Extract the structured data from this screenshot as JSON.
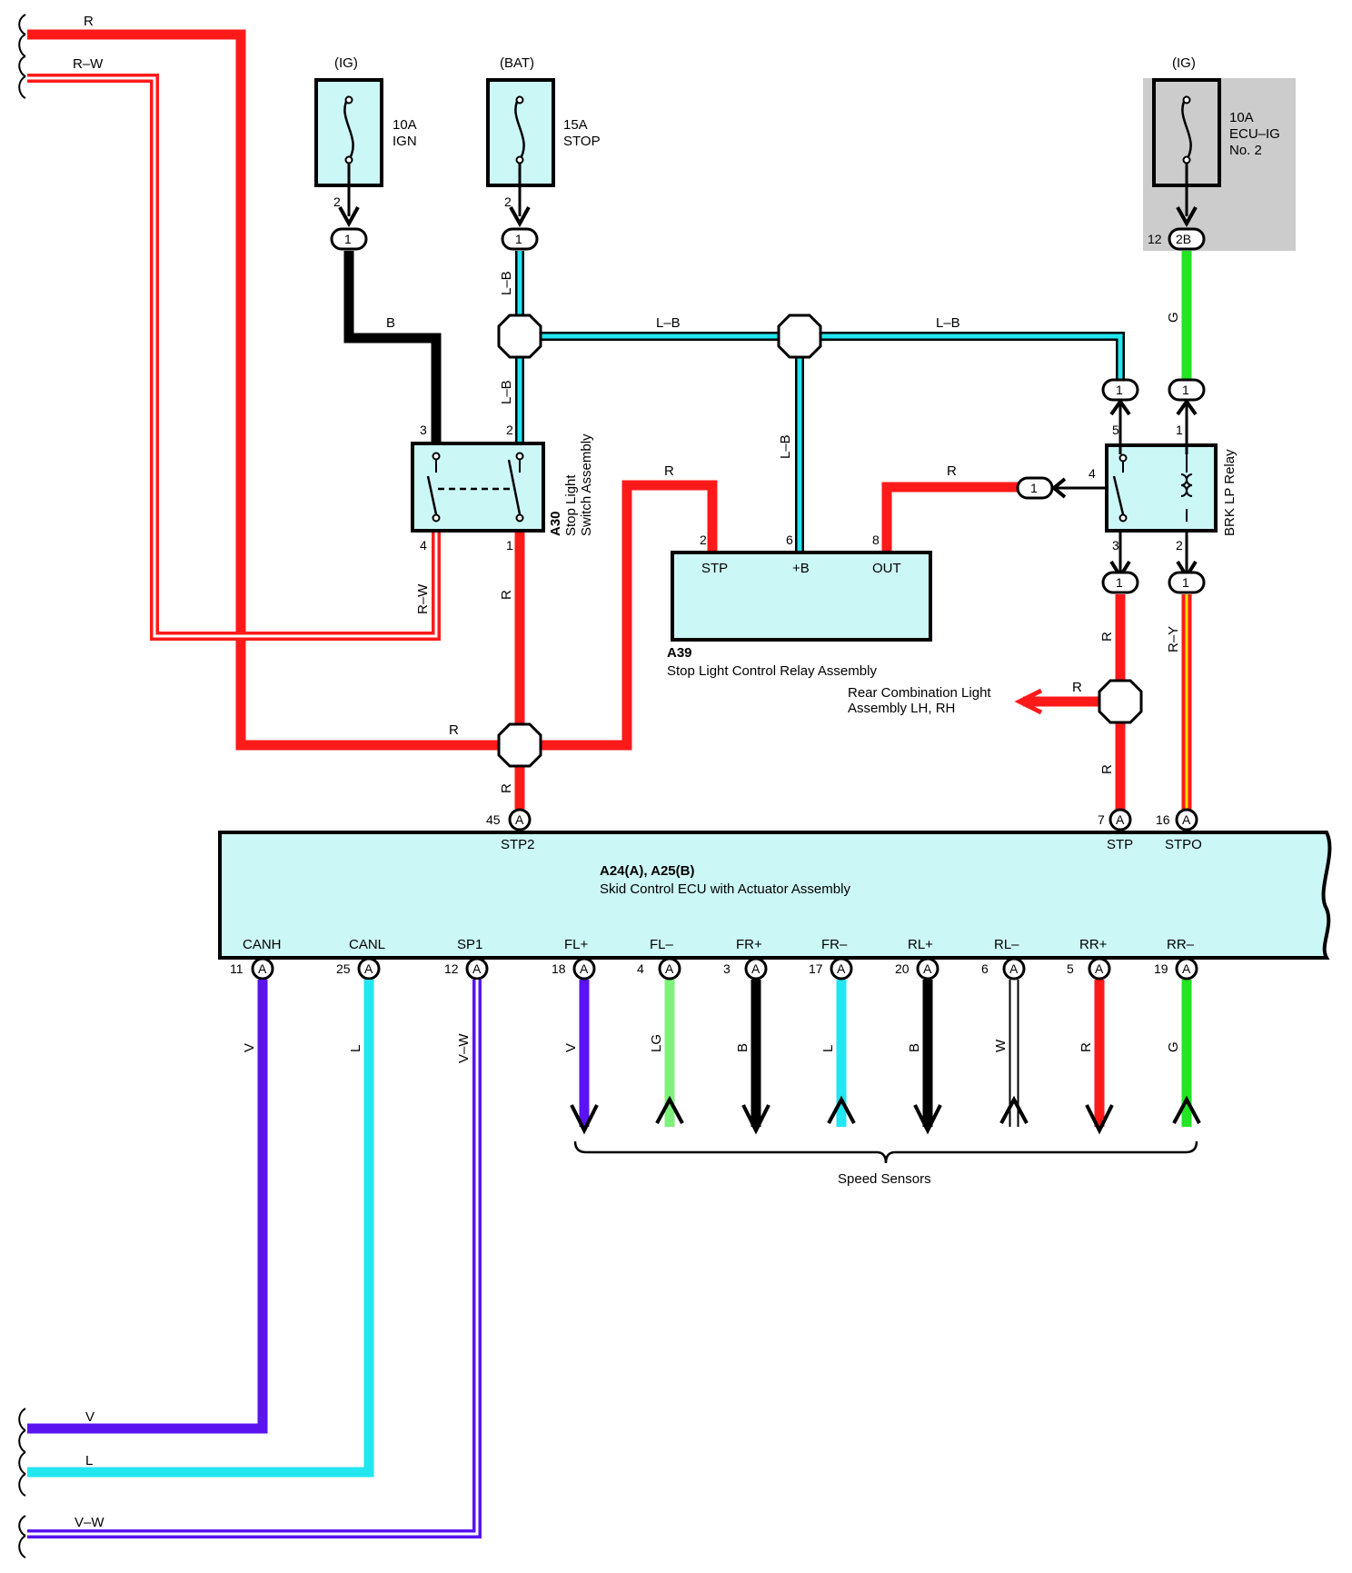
{
  "wire_colors": {
    "R": "#ff1a1a",
    "B": "#000000",
    "L": "#22e6f0",
    "V": "#5a14f0",
    "G": "#22e622",
    "LG": "#7cf27c",
    "W": "#ffffff",
    "Y": "#f2e600",
    "component_fill": "#ccf7f7",
    "shade": "#cccccc"
  },
  "left_wires": {
    "top_r": "R",
    "top_rw": "R–W",
    "bot_v": "V",
    "bot_l": "L",
    "bot_vw": "V–W"
  },
  "fuses": {
    "ign": {
      "source": "(IG)",
      "amp": "10A",
      "name": "IGN",
      "pin": "2",
      "conn": "1"
    },
    "stop": {
      "source": "(BAT)",
      "amp": "15A",
      "name": "STOP",
      "pin": "2",
      "conn": "1"
    },
    "ecu": {
      "source": "(IG)",
      "amp": "10A",
      "name": "ECU–IG",
      "name2": "No. 2",
      "pin": "12",
      "conn": "2B"
    }
  },
  "wire_labels": {
    "b": "B",
    "lb1": "L–B",
    "lb2": "L–B",
    "lb3": "L–B",
    "lb4": "L–B",
    "lb5": "L–B",
    "g_top": "G",
    "r_a39": "R",
    "r_out": "R",
    "rw_sw": "R–W",
    "r_sw": "R",
    "r_main": "R",
    "r_stp2": "R",
    "r_relay3": "R",
    "r_rear": "R",
    "r_stp": "R",
    "ry": "R–Y"
  },
  "switch": {
    "id": "A30",
    "name1": "Stop Light",
    "name2": "Switch Assembly",
    "pin3": "3",
    "pin2": "2",
    "pin4": "4",
    "pin1": "1"
  },
  "a39": {
    "id": "A39",
    "name": "Stop Light Control Relay Assembly",
    "stp": "STP",
    "pb": "+B",
    "out": "OUT",
    "pin_stp": "2",
    "pin_pb": "6",
    "pin_out": "8"
  },
  "relay": {
    "name": "BRK LP Relay",
    "pin5": "5",
    "pin1": "1",
    "pin4": "4",
    "pin3": "3",
    "pin2": "2",
    "conn": "1"
  },
  "rear_combo": {
    "line1": "Rear Combination Light",
    "line2": "Assembly LH,  RH"
  },
  "ecu": {
    "id": "A24(A), A25(B)",
    "name": "Skid Control ECU with Actuator Assembly",
    "conn_letter": "A",
    "top_pins": [
      {
        "num": "45",
        "name": "STP2"
      },
      {
        "num": "7",
        "name": "STP"
      },
      {
        "num": "16",
        "name": "STPO"
      }
    ],
    "bottom_pins": [
      {
        "num": "11",
        "name": "CANH",
        "wire": "V"
      },
      {
        "num": "25",
        "name": "CANL",
        "wire": "L"
      },
      {
        "num": "12",
        "name": "SP1",
        "wire": "V–W"
      },
      {
        "num": "18",
        "name": "FL+",
        "wire": "V"
      },
      {
        "num": "4",
        "name": "FL–",
        "wire": "LG"
      },
      {
        "num": "3",
        "name": "FR+",
        "wire": "B"
      },
      {
        "num": "17",
        "name": "FR–",
        "wire": "L"
      },
      {
        "num": "20",
        "name": "RL+",
        "wire": "B"
      },
      {
        "num": "6",
        "name": "RL–",
        "wire": "W"
      },
      {
        "num": "5",
        "name": "RR+",
        "wire": "R"
      },
      {
        "num": "19",
        "name": "RR–",
        "wire": "G"
      }
    ]
  },
  "speed_sensors": "Speed Sensors"
}
